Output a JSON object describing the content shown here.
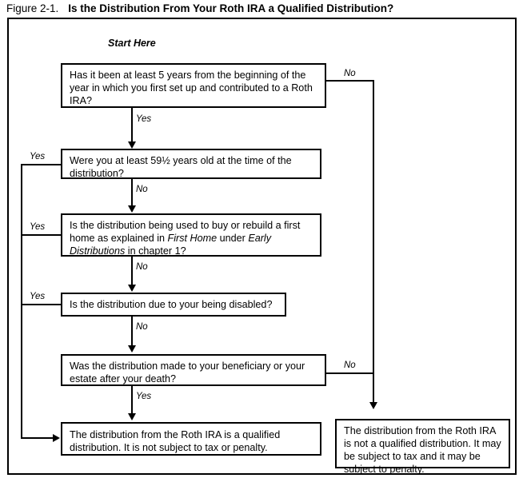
{
  "caption": {
    "label": "Figure 2-1.",
    "title": "Is the Distribution From Your Roth IRA a Qualified Distribution?"
  },
  "flowchart": {
    "start_label": "Start Here",
    "nodes": [
      {
        "id": "q1",
        "type": "decision",
        "text": "Has it been at least 5 years from the beginning of the year in which you first set up and contributed to a Roth IRA?"
      },
      {
        "id": "q2",
        "type": "decision",
        "text": "Were you at least 59½ years old at the time of the distribution?"
      },
      {
        "id": "q3",
        "type": "decision",
        "text_part1": "Is the distribution being used to buy or rebuild a first home as explained in ",
        "em1": "First Home",
        "text_part2": " under ",
        "em2": "Early Distributions",
        "text_part3": " in chapter 1?"
      },
      {
        "id": "q4",
        "type": "decision",
        "text": "Is the distribution due to your being disabled?"
      },
      {
        "id": "q5",
        "type": "decision",
        "text": "Was the distribution made to your beneficiary or your estate after your death?"
      },
      {
        "id": "outcome-qualified",
        "type": "terminal",
        "text": "The distribution from the Roth IRA is a qualified distribution. It is not subject to tax or penalty."
      },
      {
        "id": "outcome-not-qualified",
        "type": "terminal",
        "text": "The distribution from the Roth IRA is not a qualified distribution. It may be subject to tax and it may be subject to penalty."
      }
    ],
    "edges": [
      {
        "id": "e1",
        "from": "q1",
        "to": "q2",
        "label": "Yes"
      },
      {
        "id": "e2",
        "from": "q1",
        "to": "outcome-not-qualified",
        "label": "No"
      },
      {
        "id": "e3",
        "from": "q2",
        "to": "outcome-qualified",
        "label": "Yes"
      },
      {
        "id": "e4",
        "from": "q2",
        "to": "q3",
        "label": "No"
      },
      {
        "id": "e5",
        "from": "q3",
        "to": "outcome-qualified",
        "label": "Yes"
      },
      {
        "id": "e6",
        "from": "q3",
        "to": "q4",
        "label": "No"
      },
      {
        "id": "e7",
        "from": "q4",
        "to": "outcome-qualified",
        "label": "Yes"
      },
      {
        "id": "e8",
        "from": "q4",
        "to": "q5",
        "label": "No"
      },
      {
        "id": "e9",
        "from": "q5",
        "to": "outcome-qualified",
        "label": "Yes"
      },
      {
        "id": "e10",
        "from": "q5",
        "to": "outcome-not-qualified",
        "label": "No"
      }
    ]
  },
  "colors": {
    "line": "#000000",
    "background": "#ffffff",
    "text": "#000000"
  }
}
